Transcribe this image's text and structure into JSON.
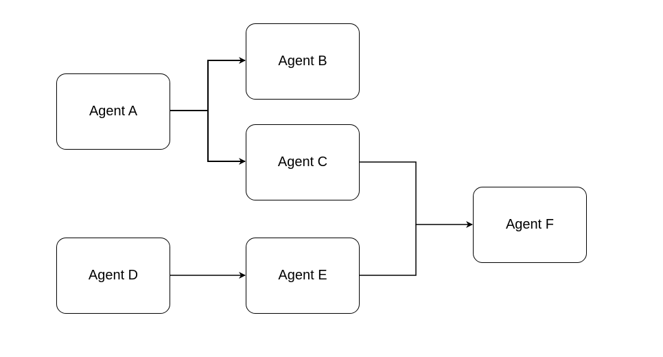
{
  "nodes": {
    "a": {
      "label": "Agent A"
    },
    "b": {
      "label": "Agent B"
    },
    "c": {
      "label": "Agent C"
    },
    "d": {
      "label": "Agent D"
    },
    "e": {
      "label": "Agent E"
    },
    "f": {
      "label": "Agent F"
    }
  },
  "edges": [
    {
      "from": "Agent A",
      "to": "Agent B"
    },
    {
      "from": "Agent A",
      "to": "Agent C"
    },
    {
      "from": "Agent D",
      "to": "Agent E"
    },
    {
      "from": "Agent C",
      "to": "Agent F"
    },
    {
      "from": "Agent E",
      "to": "Agent F"
    }
  ],
  "colors": {
    "stroke": "#000000",
    "fill": "#ffffff",
    "text": "#000000"
  }
}
